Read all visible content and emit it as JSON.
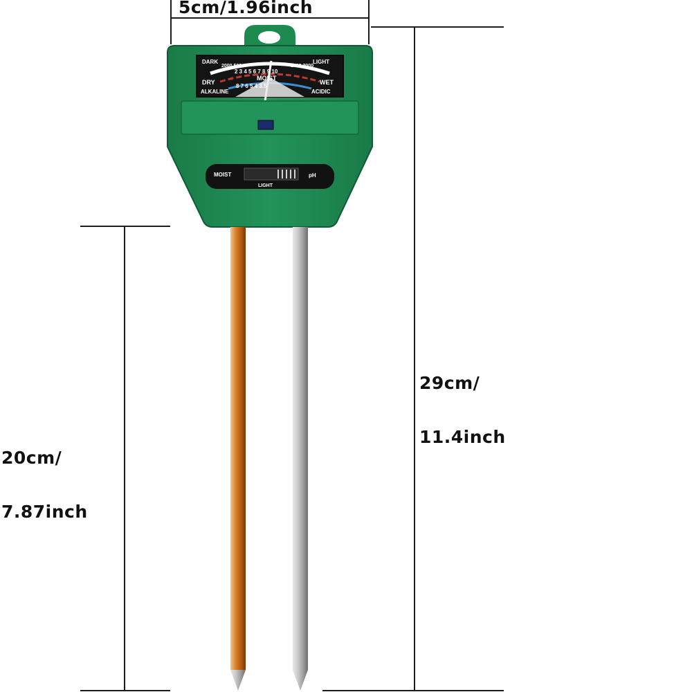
{
  "dimensions": {
    "width_label": "5cm/1.96inch",
    "total_length": {
      "line1": "29cm/",
      "line2": "11.4inch"
    },
    "probe_length": {
      "line1": "20cm/",
      "line2": "7.87inch"
    }
  },
  "meter": {
    "dial": {
      "left_top": "DARK",
      "right_top": "LIGHT",
      "left_mid": "DRY",
      "right_mid": "WET",
      "center": "MOIST",
      "left_bottom": "ALKALINE",
      "right_bottom": "ACIDIC",
      "light_scale": "2000 500",
      "light_scale_right": "1000 2000",
      "moist_scale": "2 3 4 5 6 7 8 9 10",
      "ph_scale": "8 7 6 5 4 3.5"
    },
    "switch": {
      "left_label": "MOIST",
      "right_label": "pH",
      "bottom_label": "LIGHT"
    }
  },
  "colors": {
    "body_green": "#1e8a52",
    "body_green_dark": "#14683c",
    "copper_probe": "#c86a1e",
    "steel_probe": "#b9b9b9",
    "dimension_line": "#1a1a1a"
  }
}
